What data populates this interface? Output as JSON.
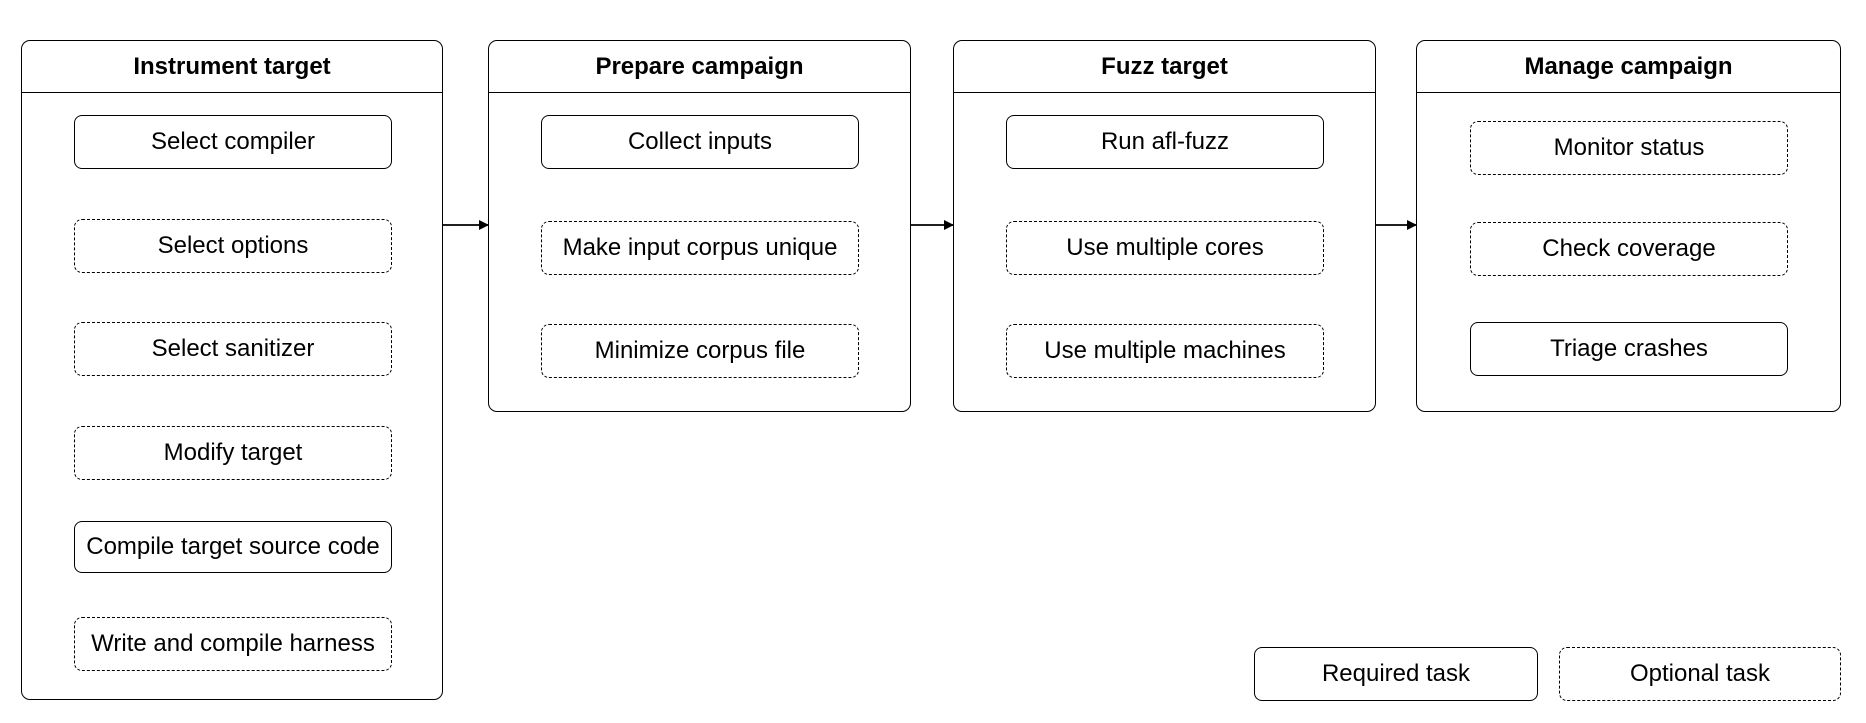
{
  "stages": [
    {
      "title": "Instrument target",
      "tasks": [
        {
          "label": "Select compiler",
          "type": "required"
        },
        {
          "label": "Select options",
          "type": "optional"
        },
        {
          "label": "Select sanitizer",
          "type": "optional"
        },
        {
          "label": "Modify target",
          "type": "optional"
        },
        {
          "label": "Compile target source code",
          "type": "required"
        },
        {
          "label": "Write and compile harness",
          "type": "optional"
        }
      ]
    },
    {
      "title": "Prepare campaign",
      "tasks": [
        {
          "label": "Collect inputs",
          "type": "required"
        },
        {
          "label": "Make input corpus unique",
          "type": "optional"
        },
        {
          "label": "Minimize corpus file",
          "type": "optional"
        }
      ]
    },
    {
      "title": "Fuzz target",
      "tasks": [
        {
          "label": "Run afl-fuzz",
          "type": "required"
        },
        {
          "label": "Use multiple cores",
          "type": "optional"
        },
        {
          "label": "Use multiple machines",
          "type": "optional"
        }
      ]
    },
    {
      "title": "Manage campaign",
      "tasks": [
        {
          "label": "Monitor status",
          "type": "optional"
        },
        {
          "label": "Check coverage",
          "type": "optional"
        },
        {
          "label": "Triage crashes",
          "type": "required"
        }
      ]
    }
  ],
  "legend": {
    "required": "Required task",
    "optional": "Optional task"
  }
}
